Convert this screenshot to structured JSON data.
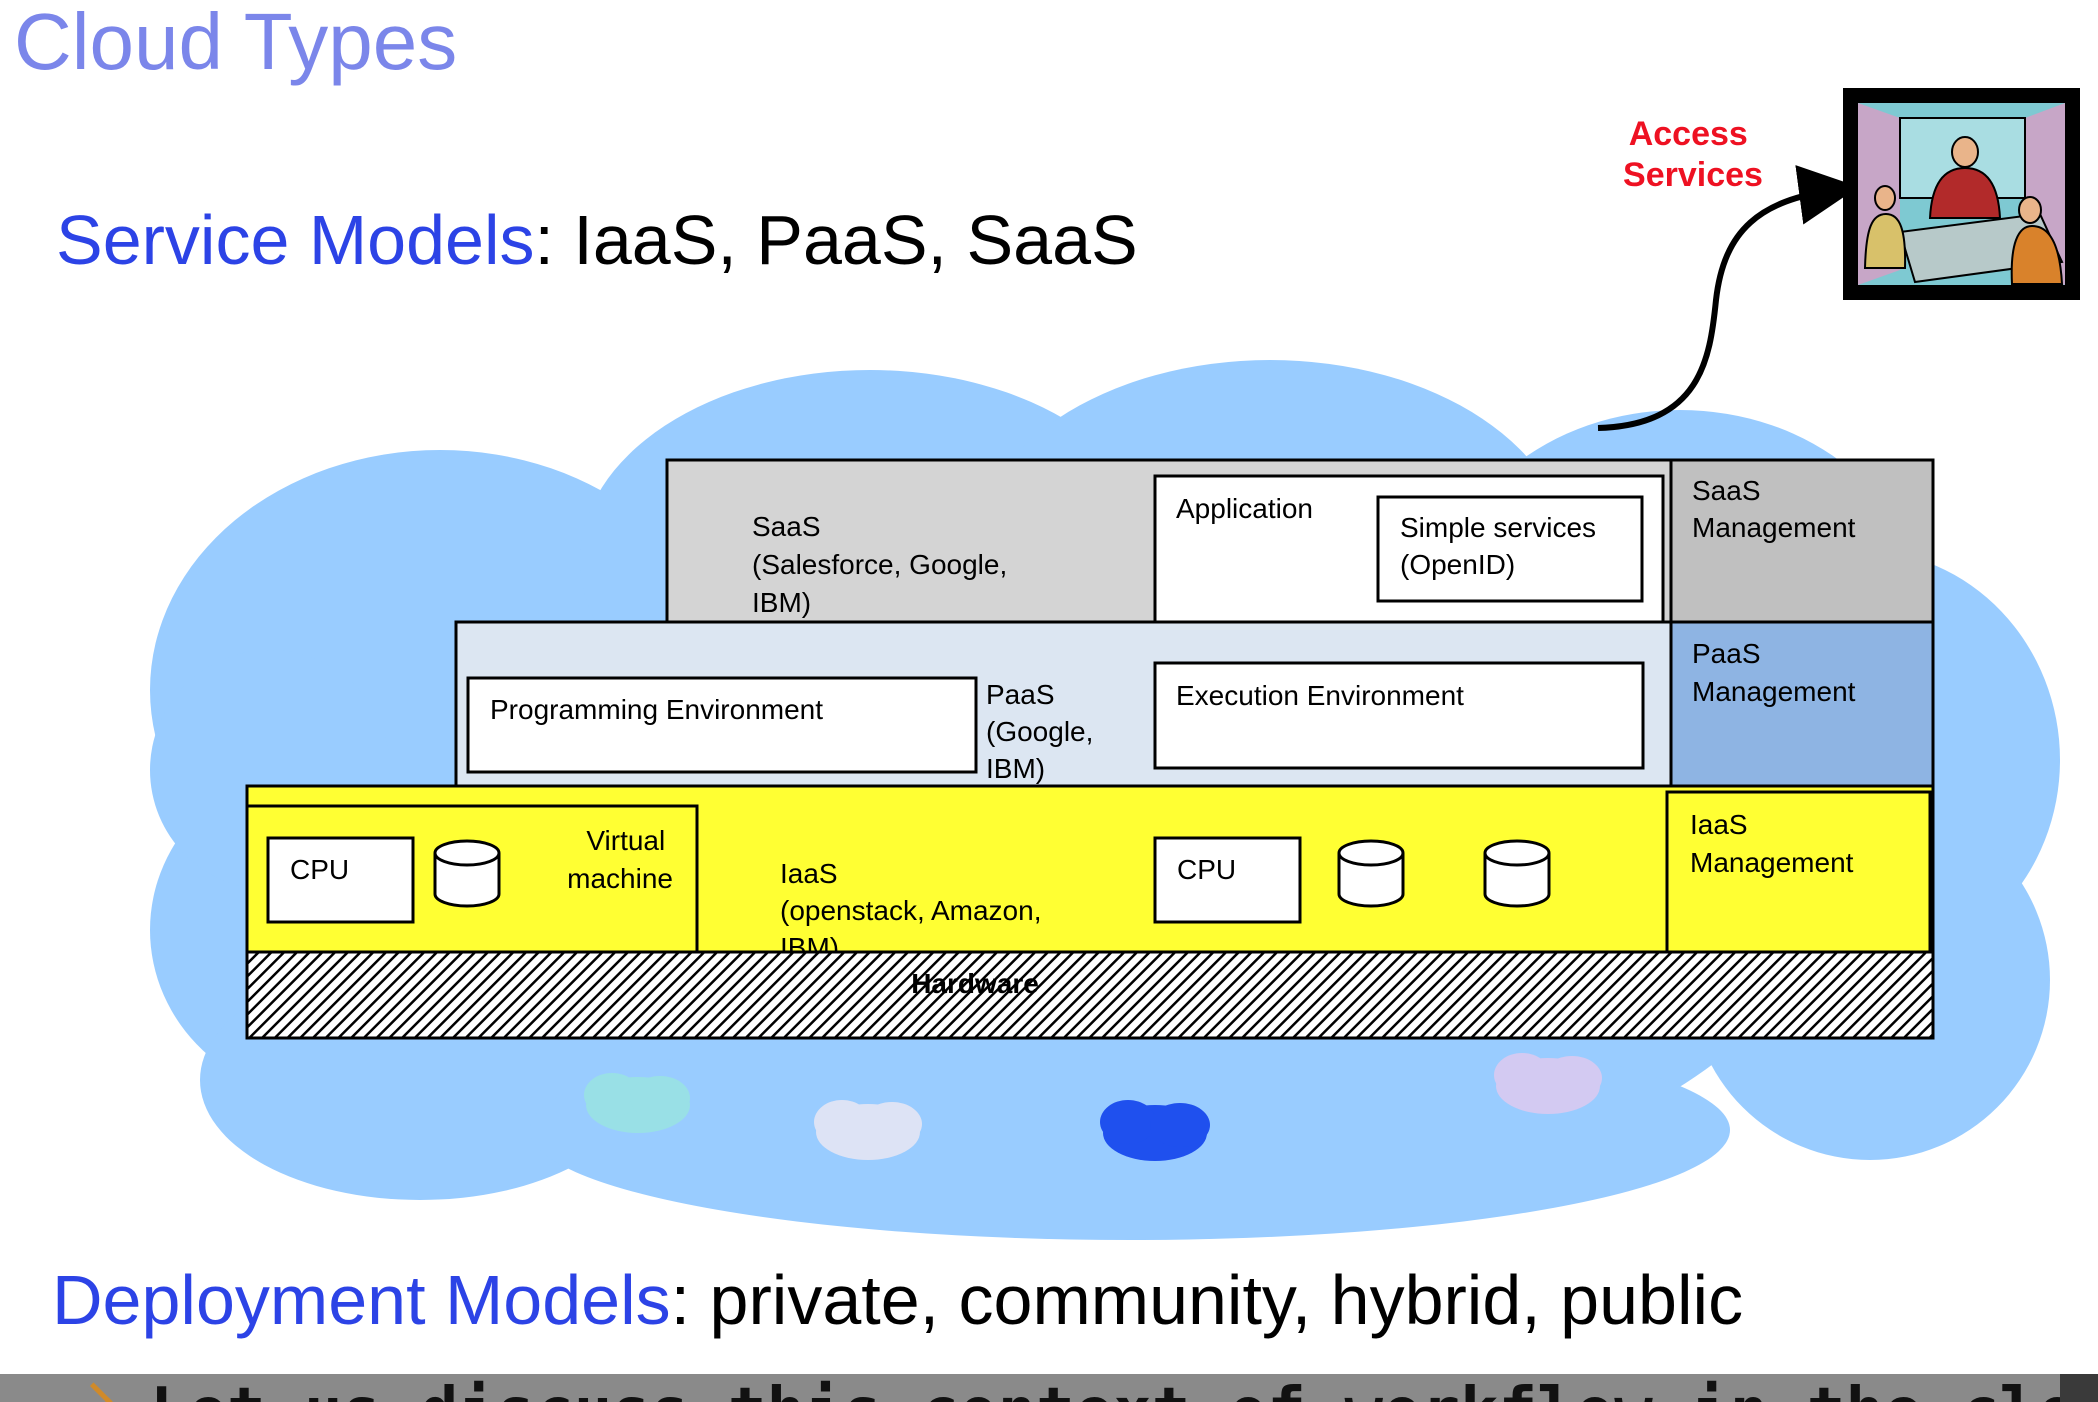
{
  "title": "Cloud Types",
  "service_models": {
    "keyword": "Service Models",
    "rest": ": IaaS, PaaS, SaaS"
  },
  "deployment_models": {
    "keyword": "Deployment Models",
    "rest": ": private, community, hybrid, public"
  },
  "access": {
    "line1": "Access",
    "line2": "Services"
  },
  "layers": {
    "saas": {
      "desc": [
        "SaaS",
        "(Salesforce, Google,",
        "IBM)"
      ],
      "application": "Application",
      "simple": [
        "Simple services",
        "(OpenID)"
      ],
      "mgmt": [
        "SaaS",
        "Management"
      ]
    },
    "paas": {
      "programming": "Programming Environment",
      "desc": [
        "PaaS",
        "(Google,",
        "IBM)"
      ],
      "execution": "Execution Environment",
      "mgmt": [
        "PaaS",
        "Management"
      ]
    },
    "iaas": {
      "cpu1": "CPU",
      "vm": [
        "Virtual",
        "machine"
      ],
      "desc": [
        "IaaS",
        "(openstack, Amazon,",
        "IBM)"
      ],
      "cpu2": "CPU",
      "mgmt": [
        "IaaS",
        "Management"
      ]
    },
    "hardware": "Hardware"
  },
  "colors": {
    "title": "#7b86ea",
    "keyword": "#2c43e6",
    "cloud": "#99ccff",
    "saas_fill": "#d4d4d4",
    "paas_fill": "#dce6f2",
    "paas_mgmt_fill": "#8eb4e3",
    "iaas_fill": "#ffff33",
    "access": "#ee1122"
  },
  "footer": {
    "text": "Let us discuss this context of workflow in the cloud"
  }
}
